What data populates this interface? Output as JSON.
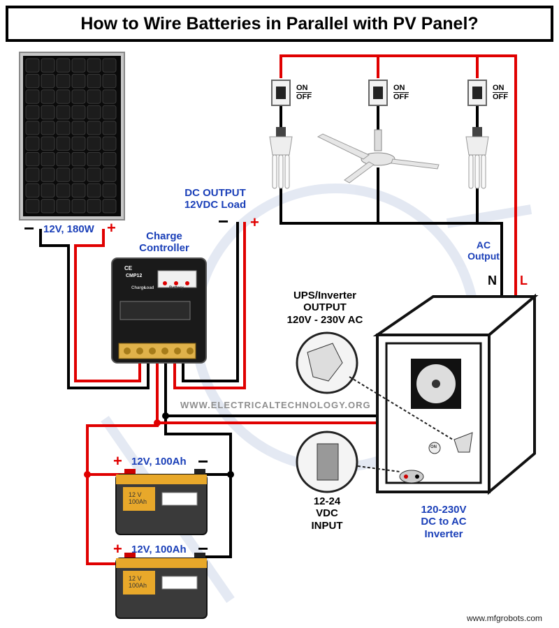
{
  "title": "How to Wire Batteries in Parallel with PV Panel?",
  "solar_panel": {
    "label": "12V, 180W",
    "neg": "−",
    "pos": "+"
  },
  "charge_controller": {
    "label_line1": "Charge",
    "label_line2": "Controller",
    "brand": "CMP12",
    "ce": "CE",
    "sub1": "Charge",
    "sub2": "Load",
    "sub3": "Battery"
  },
  "dc_output": {
    "line1": "DC OUTPUT",
    "line2": "12VDC Load",
    "neg": "−",
    "pos": "+"
  },
  "switches": [
    {
      "on": "ON",
      "off": "OFF"
    },
    {
      "on": "ON",
      "off": "OFF"
    },
    {
      "on": "ON",
      "off": "OFF"
    }
  ],
  "ac_output": {
    "line1": "AC",
    "line2": "Output",
    "neutral": "N",
    "live": "L"
  },
  "ups_output": {
    "line1": "UPS/Inverter",
    "line2": "OUTPUT",
    "line3": "120V - 230V AC"
  },
  "watermark": "WWW.ELECTRICALTECHNOLOGY.ORG",
  "battery1": {
    "label": "12V, 100Ah",
    "pos": "+",
    "neg": "−",
    "face1": "12 V",
    "face2": "100Ah"
  },
  "battery2": {
    "label": "12V, 100Ah",
    "pos": "+",
    "neg": "−",
    "face1": "12 V",
    "face2": "100Ah"
  },
  "dc_input": {
    "line1": "12-24",
    "line2": "VDC",
    "line3": "INPUT"
  },
  "inverter": {
    "line1": "120-230V",
    "line2": "DC to AC",
    "line3": "Inverter",
    "switch": "ON"
  },
  "footer": "www.mfgrobots.com",
  "colors": {
    "positive": "#e00000",
    "negative": "#000000",
    "label_blue": "#1a3fb8"
  }
}
